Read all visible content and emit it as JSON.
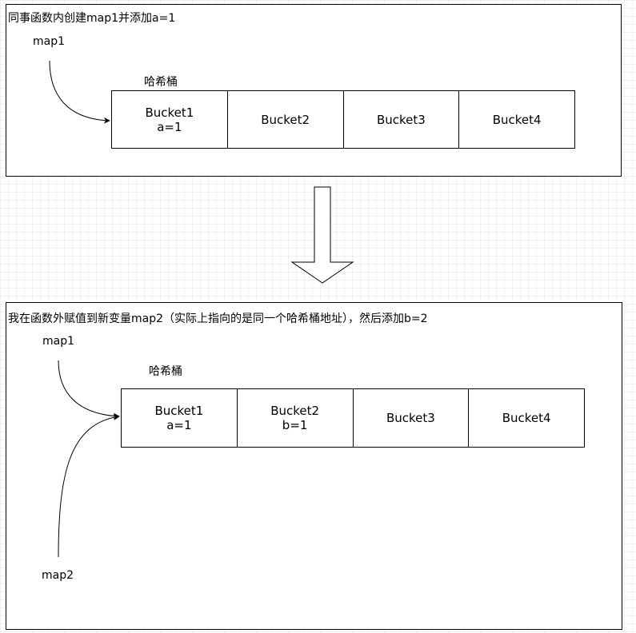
{
  "top_panel": {
    "caption": "同事函数内创建map1并添加a=1",
    "pointer_label": "map1",
    "hash_bucket_title": "哈希桶",
    "buckets": [
      {
        "name": "Bucket1",
        "value": "a=1"
      },
      {
        "name": "Bucket2",
        "value": ""
      },
      {
        "name": "Bucket3",
        "value": ""
      },
      {
        "name": "Bucket4",
        "value": ""
      }
    ]
  },
  "bottom_panel": {
    "caption": "我在函数外赋值到新变量map2（实际上指向的是同一个哈希桶地址），然后添加b=2",
    "pointer_label_1": "map1",
    "pointer_label_2": "map2",
    "hash_bucket_title": "哈希桶",
    "buckets": [
      {
        "name": "Bucket1",
        "value": "a=1"
      },
      {
        "name": "Bucket2",
        "value": "b=1"
      },
      {
        "name": "Bucket3",
        "value": ""
      },
      {
        "name": "Bucket4",
        "value": ""
      }
    ]
  }
}
